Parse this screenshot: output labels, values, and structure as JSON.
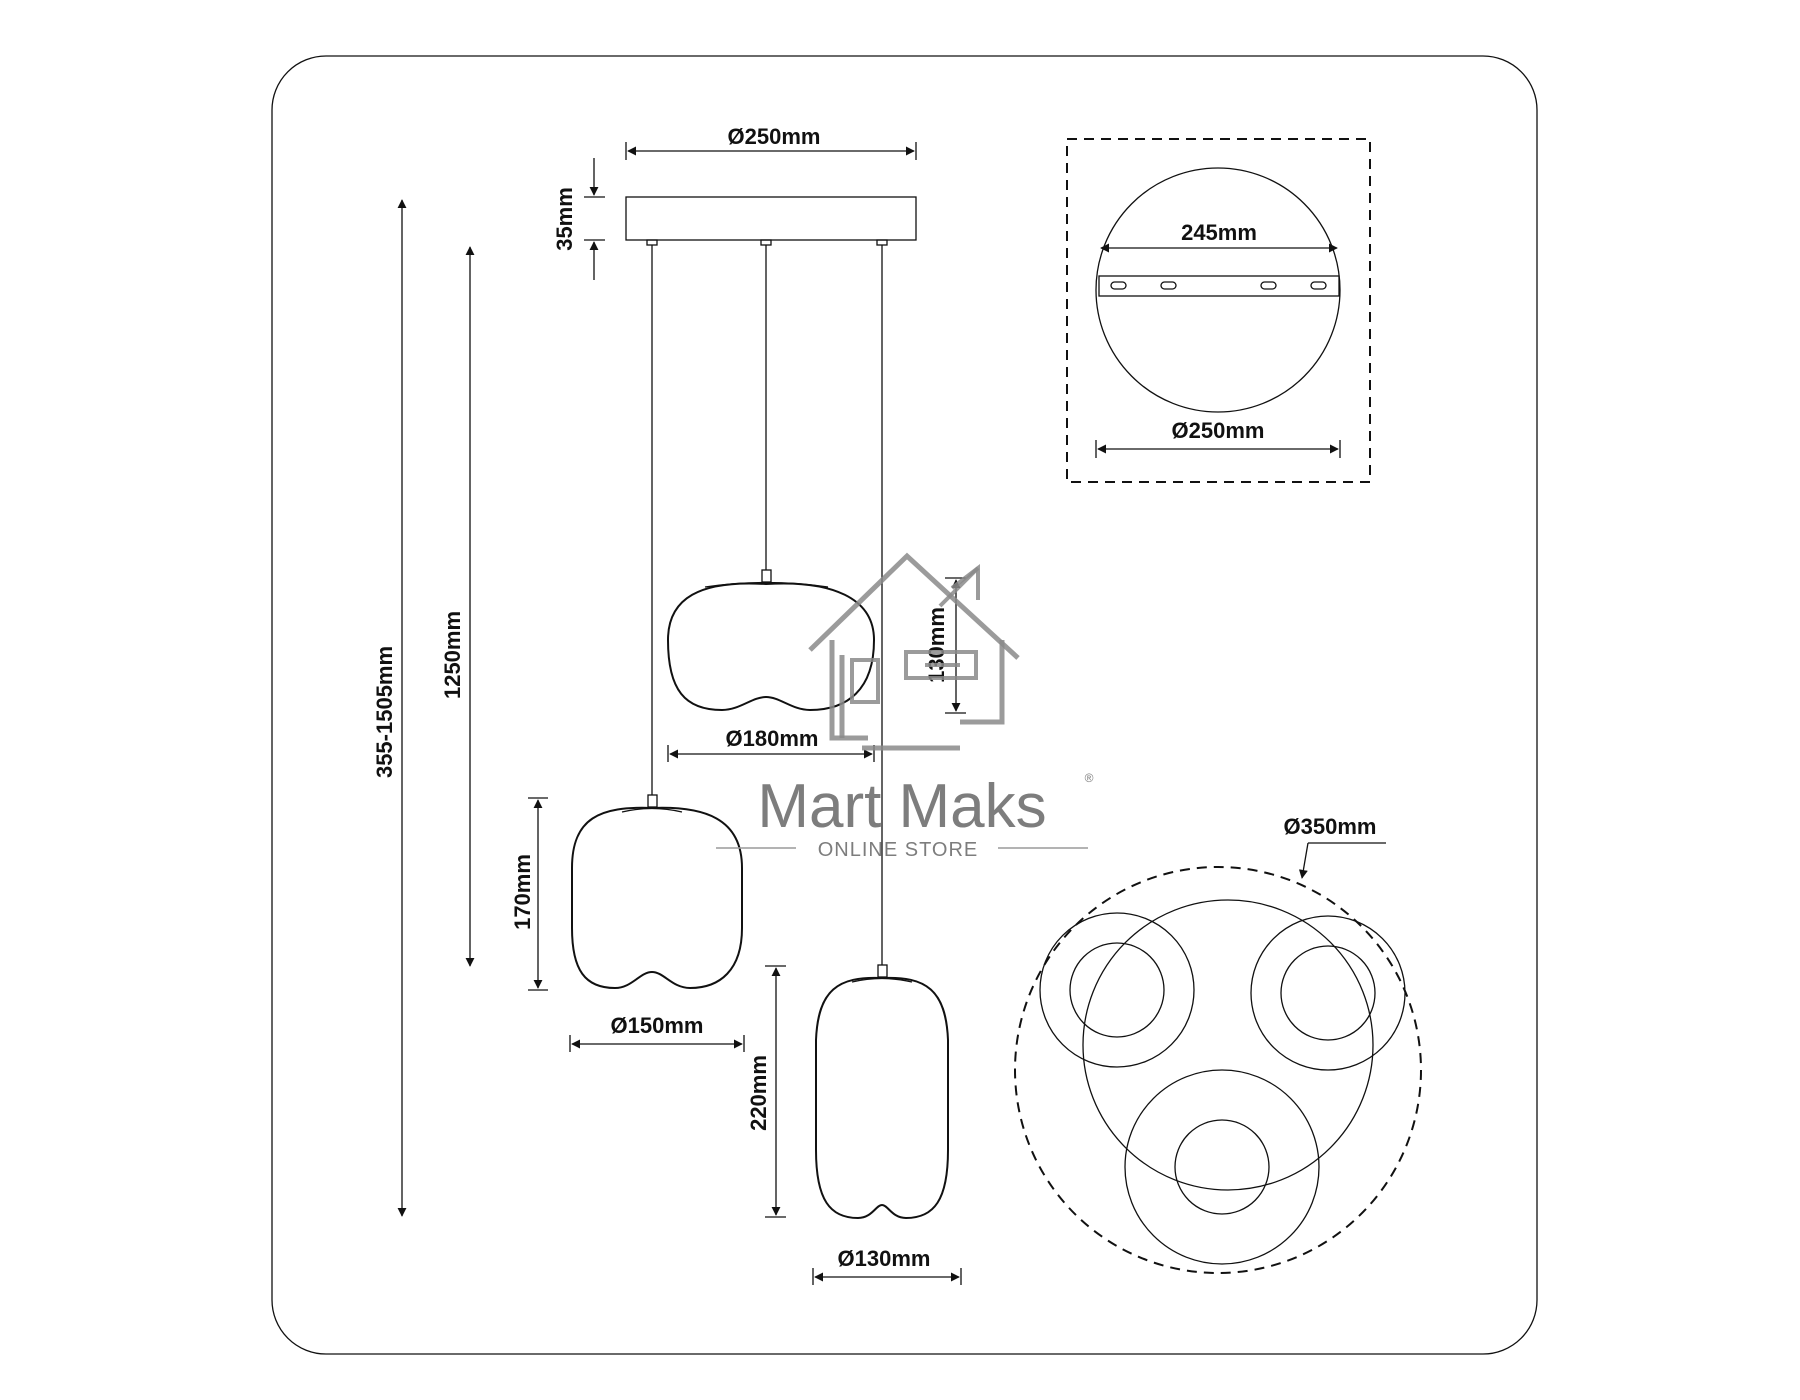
{
  "dimensions": {
    "canopy_diameter": "Ø250mm",
    "canopy_height": "35mm",
    "total_height": "355-1505mm",
    "cable_length": "1250mm",
    "shade_medium_diameter": "Ø180mm",
    "shade_medium_height": "130mm",
    "shade_left_diameter": "Ø150mm",
    "shade_left_height": "170mm",
    "shade_right_diameter": "Ø130mm",
    "shade_right_height": "220mm",
    "bracket_width": "245mm",
    "top_view_diameter": "Ø250mm",
    "bottom_view_diameter": "Ø350mm"
  },
  "watermark": {
    "brand": "Mart Maks",
    "registered": "®",
    "tagline": "ONLINE STORE"
  }
}
